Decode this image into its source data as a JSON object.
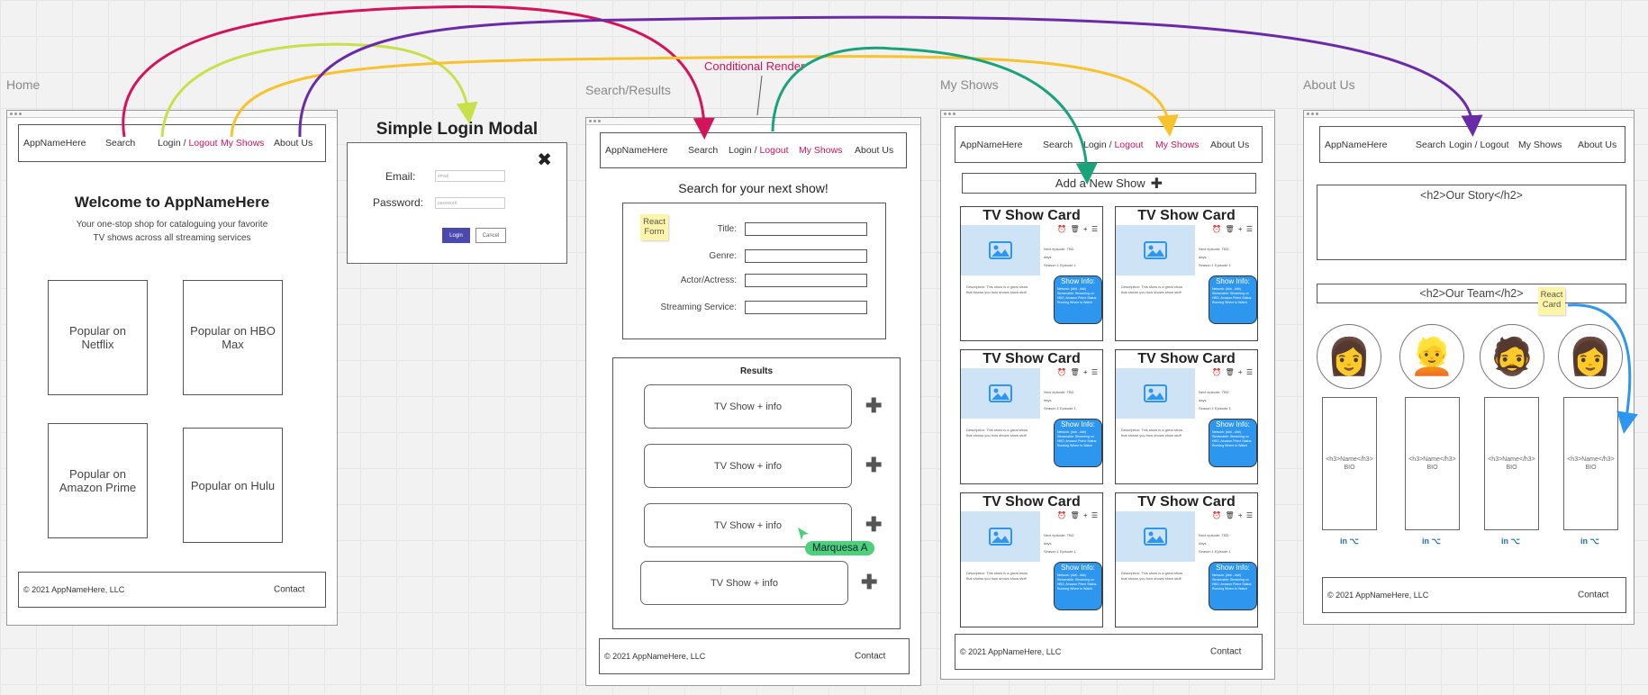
{
  "nav": {
    "app": "AppNameHere",
    "search": "Search",
    "login": "Login /",
    "logout": "Logout",
    "myshows": "My Shows",
    "about": "About Us"
  },
  "footer": {
    "copyright": "2021 AppNameHere, LLC",
    "contact": "Contact"
  },
  "annotation": {
    "conditional": "Conditional Render"
  },
  "home": {
    "frame_label": "Home",
    "welcome": "Welcome to AppNameHere",
    "tagline_1": "Your one-stop shop for cataloguing your favorite",
    "tagline_2": "TV shows across all streaming services",
    "tiles": [
      "Popular on Netflix",
      "Popular on HBO Max",
      "Popular on Amazon Prime",
      "Popular on Hulu"
    ]
  },
  "modal": {
    "title": "Simple Login Modal",
    "close": "✖",
    "email_label": "Email:",
    "password_label": "Password:",
    "email_placeholder": "email",
    "password_placeholder": "password",
    "login_button": "Login",
    "cancel_button": "Cancel"
  },
  "search": {
    "frame_label": "Search/Results",
    "heading": "Search for your next show!",
    "sticky": "React Form",
    "fields": [
      "Title:",
      "Genre:",
      "Actor/Actress:",
      "Streaming Service:"
    ],
    "results_title": "Results",
    "results": [
      "TV Show + info",
      "TV Show + info",
      "TV Show + info",
      "TV Show + info"
    ],
    "cursor_user": "Marquesa A"
  },
  "myshows": {
    "frame_label": "My Shows",
    "add_button": "Add a New Show",
    "card_title": "TV Show Card",
    "card_tools": "⏰ 🗑 + ☰",
    "card_meta": "Next episode: TBD days",
    "card_meta_2": "Season 1 Episode 1",
    "card_desc": "Description: This show is a great show that shows you how shows show stuff",
    "card_info_title": "Show Info:",
    "card_info_body": "Network: (### - ###) Streamable: Streaming on HBO, Amazon Prime Status: Running Where to Watch",
    "card_count": 6
  },
  "about": {
    "frame_label": "About Us",
    "story": "<h2>Our Story</h2>",
    "team": "<h2>Our Team</h2>",
    "sticky": "React Card",
    "members": [
      {
        "name": "<h3>Name</h3> BIO",
        "avatar": "👩"
      },
      {
        "name": "<h3>Name</h3> BIO",
        "avatar": "👱"
      },
      {
        "name": "<h3>Name</h3> BIO",
        "avatar": "🧔"
      },
      {
        "name": "<h3>Name</h3> BIO",
        "avatar": "👩"
      }
    ],
    "social": "in ⌥"
  },
  "colors": {
    "magenta": "#d4145a",
    "lime": "#c8e04a",
    "gold": "#f7c22b",
    "purple": "#6a2ba8",
    "teal": "#1aa37a",
    "blue": "#2d96ef",
    "login_btn": "#4a49ad"
  }
}
